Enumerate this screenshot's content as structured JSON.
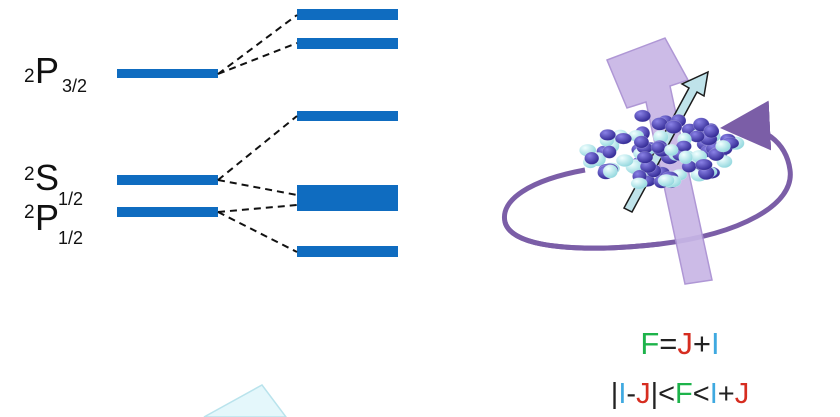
{
  "levels": {
    "p32": {
      "term": "P",
      "multiplicity": "2",
      "sub": "3/2"
    },
    "s12": {
      "term": "S",
      "multiplicity": "2",
      "sub": "1/2"
    },
    "p12": {
      "term": "P",
      "multiplicity": "2",
      "sub": "1/2"
    }
  },
  "formulas": {
    "sum": [
      {
        "text": "F",
        "color": "#1db34a"
      },
      {
        "text": "=",
        "color": "#222222"
      },
      {
        "text": "J",
        "color": "#d62d20"
      },
      {
        "text": "+",
        "color": "#222222"
      },
      {
        "text": "I",
        "color": "#3fa9e0"
      }
    ],
    "inequality": [
      {
        "text": "|",
        "color": "#222222"
      },
      {
        "text": "I",
        "color": "#3fa9e0"
      },
      {
        "text": "-",
        "color": "#222222"
      },
      {
        "text": "J",
        "color": "#d62d20"
      },
      {
        "text": "|<",
        "color": "#222222"
      },
      {
        "text": "F",
        "color": "#1db34a"
      },
      {
        "text": "<",
        "color": "#222222"
      },
      {
        "text": "I",
        "color": "#3fa9e0"
      },
      {
        "text": "+",
        "color": "#222222"
      },
      {
        "text": "J",
        "color": "#d62d20"
      }
    ]
  },
  "colors": {
    "level_bar": "#0f6cc0",
    "orbit": "#7b5ea7",
    "big_arrow": "#c8b6e6",
    "small_arrow": "#bfe3ea",
    "nucleon_blue": "#4a3fb4",
    "nucleon_cyan": "#bfeef2"
  },
  "icons": [
    "nucleus-icon",
    "nuclear-spin-arrow-icon",
    "electron-spin-arrow-icon",
    "orbit-icon"
  ]
}
